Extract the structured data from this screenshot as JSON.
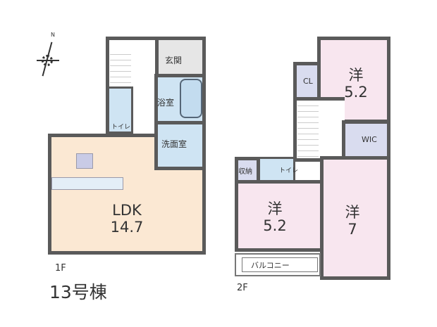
{
  "floor1": {
    "label": "1F",
    "building": "13号棟",
    "rooms": {
      "entrance": "玄関",
      "bath": "浴室",
      "toilet": "トイレ",
      "washroom": "洗面室",
      "ldk_name": "LDK",
      "ldk_size": "14.7"
    }
  },
  "floor2": {
    "label": "2F",
    "rooms": {
      "closet": "CL",
      "western_top_name": "洋",
      "western_top_size": "5.2",
      "wic": "WIC",
      "storage": "収納",
      "toilet": "トイレ",
      "western_left_name": "洋",
      "western_left_size": "5.2",
      "western_right_name": "洋",
      "western_right_size": "7",
      "balcony": "バルコニー"
    }
  },
  "colors": {
    "ldk": "#fbe8d3",
    "western": "#f8e6ef",
    "wet": "#cfe4f3",
    "storage": "#d9dcef",
    "wall": "#5a5a5a"
  },
  "compass": {
    "north": "N"
  }
}
